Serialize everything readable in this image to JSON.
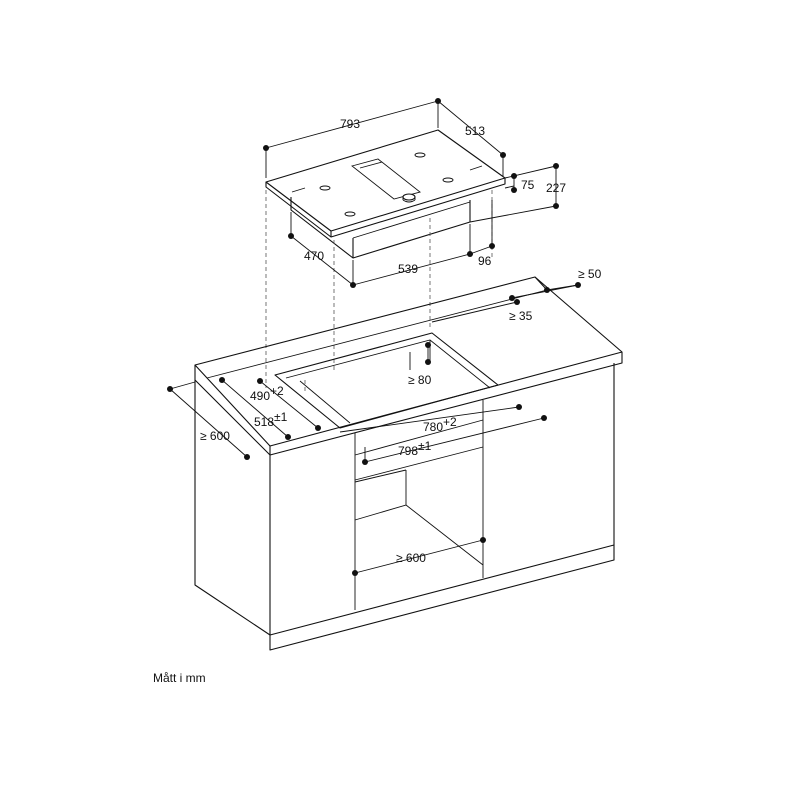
{
  "dimensions": {
    "cooktop_width": "793",
    "cooktop_depth": "513",
    "height_top": "75",
    "height_total": "227",
    "base_depth": "470",
    "base_width": "539",
    "base_offset": "96",
    "clearance_back_wall": "≥ 50",
    "clearance_back": "≥ 35",
    "clearance_front": "≥ 80",
    "cutout_depth": "490",
    "cutout_depth_tol": "+2",
    "cutout_depth_alt": "518",
    "cutout_depth_alt_tol": "±1",
    "counter_depth": "≥ 600",
    "cutout_width": "780",
    "cutout_width_tol": "+2",
    "cutout_width_alt": "798",
    "cutout_width_alt_tol": "±1",
    "cabinet_width": "≥ 600"
  },
  "units_note": "Mått i mm"
}
